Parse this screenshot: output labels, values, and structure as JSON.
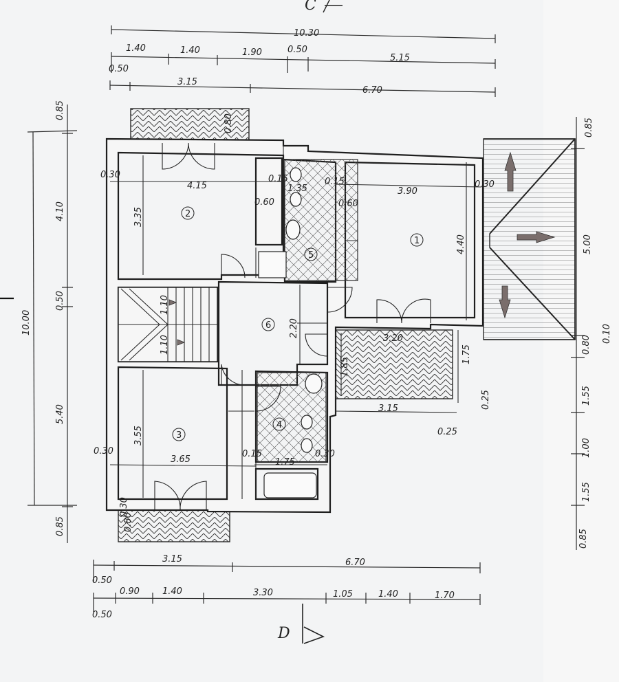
{
  "section_labels": {
    "top": "C",
    "bottom": "D"
  },
  "top_dims": {
    "overall": "10.30",
    "row2": [
      "1.40",
      "1.40",
      "1.90",
      "0.50",
      "5.15"
    ],
    "offset": "0.50",
    "row3": [
      "3.15",
      "6.70"
    ]
  },
  "bottom_dims": {
    "row1": [
      "3.15",
      "6.70"
    ],
    "offset1": "0.50",
    "row2": [
      "0.90",
      "1.40",
      "3.30",
      "1.05",
      "1.40",
      "1.70"
    ],
    "offset2": "0.50"
  },
  "left_dims": {
    "overall": "10.00",
    "parts": [
      "0.85",
      "4.10",
      "0.50",
      "5.40",
      "0.85"
    ]
  },
  "right_dims": {
    "parts": [
      "0.85",
      "5.00",
      "0.10",
      "0.80",
      "1.55",
      "1.00",
      "1.55",
      "0.85"
    ]
  },
  "rooms": [
    {
      "num": "1",
      "dims": [
        "3.90",
        "4.40"
      ]
    },
    {
      "num": "2",
      "dims": [
        "4.15",
        "3.35"
      ]
    },
    {
      "num": "3",
      "dims": [
        "3.65",
        "3.55"
      ]
    },
    {
      "num": "4",
      "dims": [
        "1.75"
      ]
    },
    {
      "num": "5",
      "dims": [
        "1.35"
      ]
    },
    {
      "num": "6",
      "dims": [
        "2.20"
      ]
    }
  ],
  "inner_dims": {
    "wall_030": "0.30",
    "wall_015": "0.15",
    "wall_060": "0.60",
    "wall_080": "0.80",
    "stair": "1.10",
    "balcony_w": "3.20",
    "balcony_w2": "3.15",
    "balcony_h": "1.85",
    "balcony_h2": "1.75",
    "offset_025": "0.25"
  }
}
